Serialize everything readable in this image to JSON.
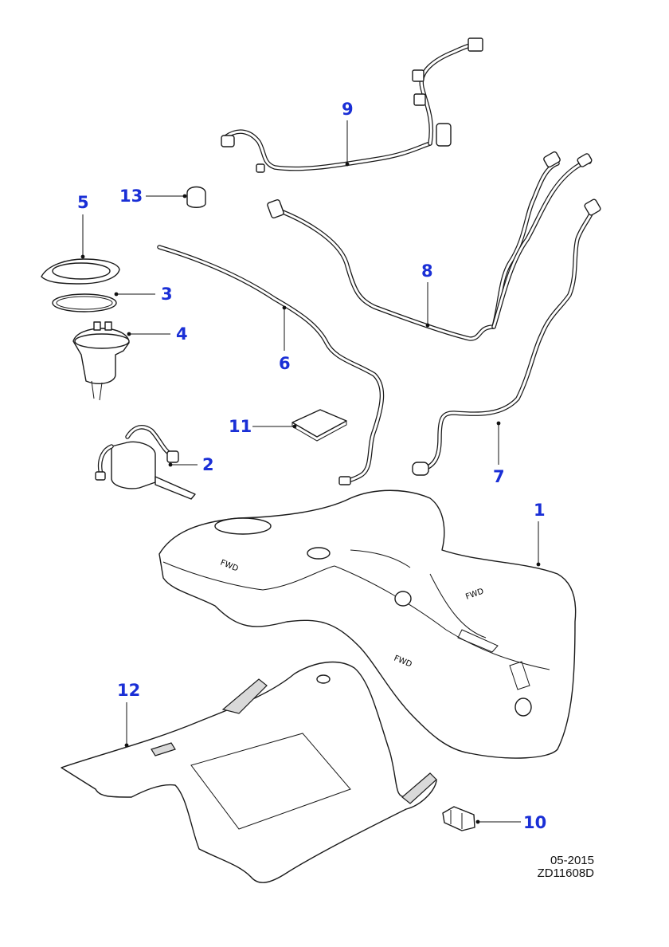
{
  "callouts": {
    "c1": "1",
    "c2": "2",
    "c3": "3",
    "c4": "4",
    "c5": "5",
    "c6": "6",
    "c7": "7",
    "c8": "8",
    "c9": "9",
    "c10": "10",
    "c11": "11",
    "c12": "12",
    "c13": "13"
  },
  "footer": {
    "date": "05-2015",
    "drawing_id": "ZD11608D"
  },
  "embossed": {
    "fwd": "FWD"
  },
  "colors": {
    "callout": "#1a2fd6",
    "line": "#1a1a1a",
    "shade": "#d9d9d9"
  }
}
